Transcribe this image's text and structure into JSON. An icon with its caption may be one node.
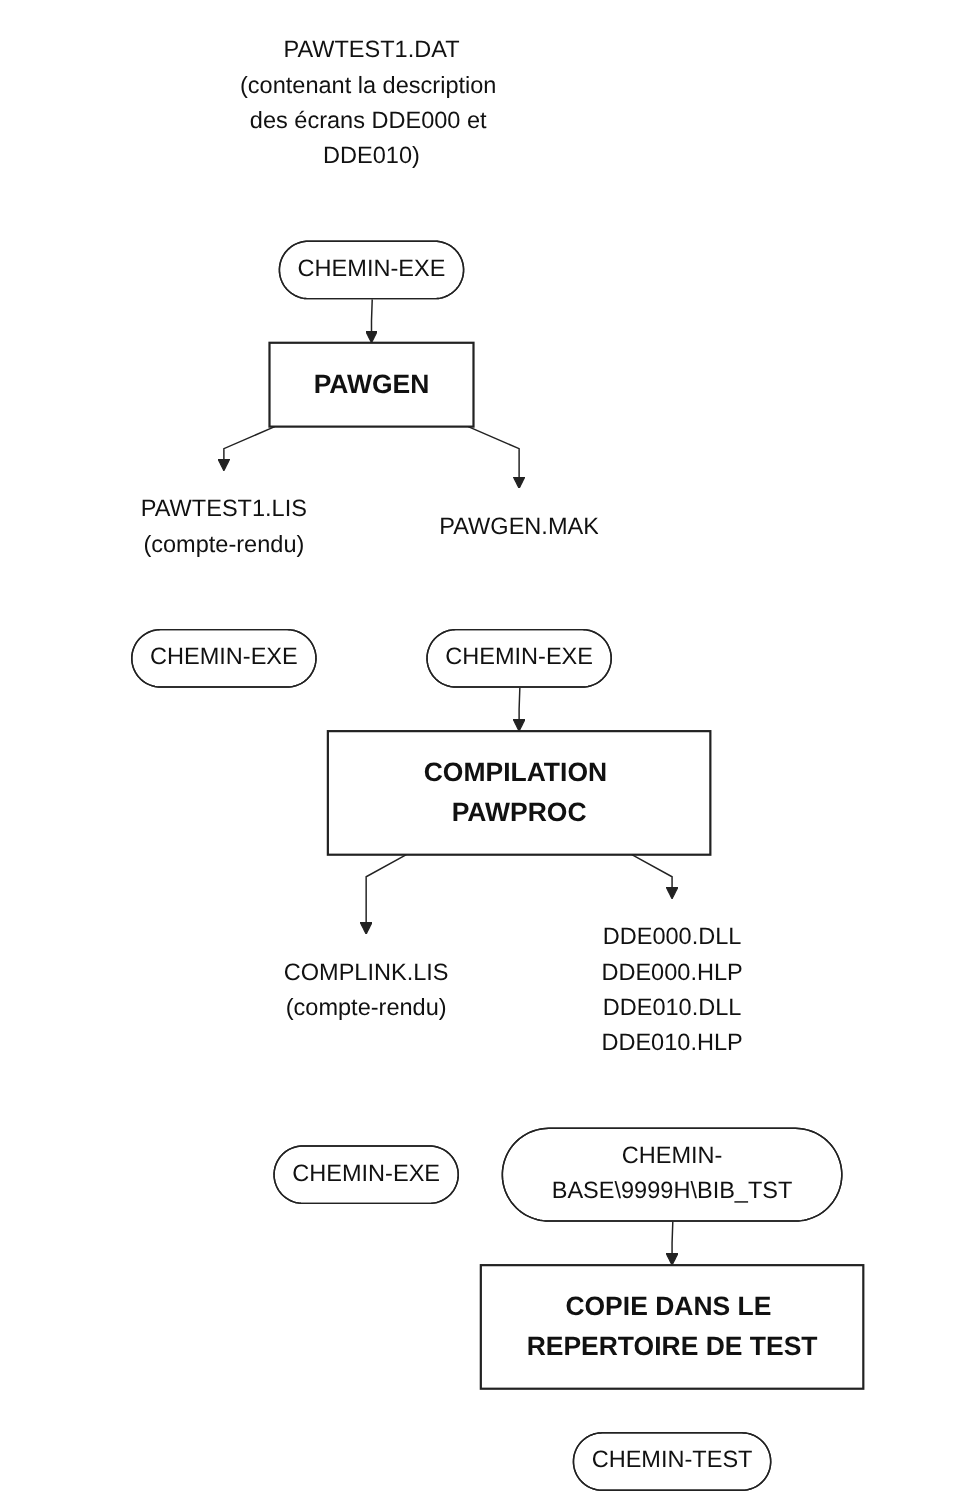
{
  "diagram": {
    "nodes": [
      {
        "text": [
          "PAWTEST1.DAT",
          "(contenant la description des écrans DDE000 et DDE010)"
        ]
      },
      {
        "text": [
          "CHEMIN-EXE"
        ]
      },
      {
        "text": [
          "PAWGEN"
        ]
      },
      {
        "text": [
          "PAWTEST1.LIS",
          "(compte-rendu)"
        ]
      },
      {
        "text": [
          "CHEMIN-EXE"
        ]
      },
      {
        "text": [
          "PAWGEN.MAK"
        ]
      },
      {
        "text": [
          "CHEMIN-EXE"
        ]
      },
      {
        "text": [
          "COMPILATION PAWPROC"
        ]
      },
      {
        "text": [
          "COMPLINK.LIS",
          "(compte-rendu)"
        ]
      },
      {
        "text": [
          "CHEMIN-EXE"
        ]
      },
      {
        "text": [
          "DDE000.DLL",
          "DDE000.HLP",
          "DDE010.DLL",
          "DDE010.HLP"
        ]
      },
      {
        "text": [
          "CHEMIN-BASE\\9999H\\BIB_TST"
        ]
      },
      {
        "text": [
          "COPIE DANS LE REPERTOIRE DE TEST"
        ]
      },
      {
        "text": [
          "CHEMIN-TEST"
        ]
      }
    ],
    "edges": [
      {
        "from": 1,
        "to": 2,
        "arrow": "to"
      },
      {
        "from": 2,
        "to": 3,
        "arrow": "to"
      },
      {
        "from": 2,
        "to": 5,
        "arrow": "to"
      },
      {
        "from": 6,
        "to": 7,
        "arrow": "to"
      },
      {
        "from": 7,
        "to": 8,
        "arrow": "to"
      },
      {
        "from": 7,
        "to": 10,
        "arrow": "to"
      },
      {
        "from": 11,
        "to": 12,
        "arrow": "to"
      }
    ]
  }
}
